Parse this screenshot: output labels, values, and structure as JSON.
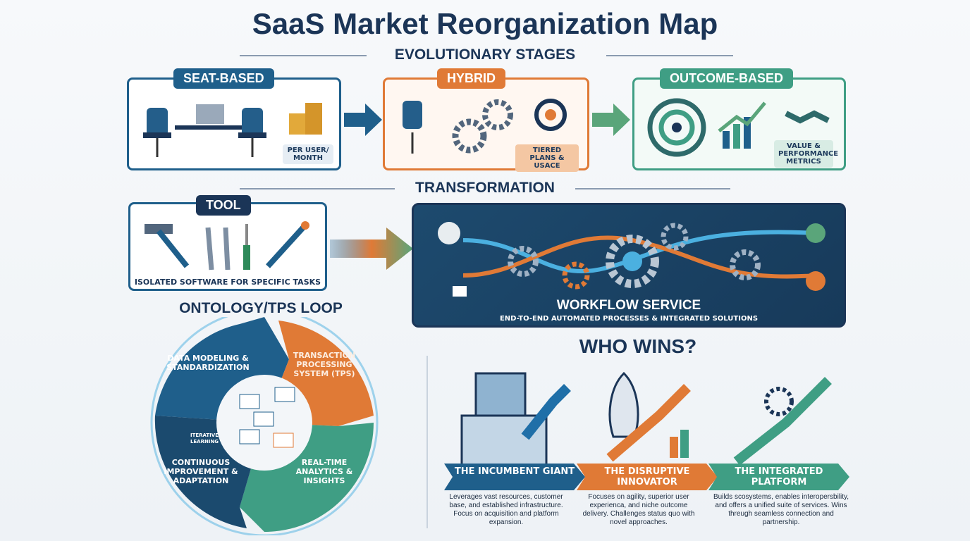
{
  "title": "SaaS Market Reorganization Map",
  "sections": {
    "evolutionary": "EVOLUTIONARY STAGES",
    "transformation": "TRANSFORMATION",
    "loop": "ONTOLOGY/TPS LOOP",
    "who_wins": "WHO WINS?"
  },
  "stages": [
    {
      "label": "SEAT-BASED",
      "tag": "PER USER/ MONTH",
      "color": "#1f5f8b"
    },
    {
      "label": "HYBRID",
      "tag": "TIERED PLANS & USACE",
      "color": "#e07a36"
    },
    {
      "label": "OUTCOME-BASED",
      "tag": "VALUE & PERFORMANCE METRICS",
      "color": "#3f9e84"
    }
  ],
  "tool": {
    "label": "TOOL",
    "caption": "ISOLATED SOFTWARE FOR SPECIFIC TASKS"
  },
  "workflow": {
    "title": "WORKFLOW SERVICE",
    "subtitle": "END-TO-END AUTOMATED PROCESSES & INTEGRATED SOLUTIONS"
  },
  "loop": {
    "data_modeling": "DATA MODELING & STANDARDIZATION",
    "tps": "TRANSACTION PROCESSING SYSTEM (TPS)",
    "analytics": "REAL-TIME ANALYTICS & INSIGHTS",
    "continuous": "CONTINUOUS IMPROVEMENT & ADAPTATION",
    "iterative": "ITERATIVE LEARNING"
  },
  "winners": [
    {
      "title": "THE INCUMBENT GIANT",
      "desc": "Leverages vast resources, customer base, and established infrastructure. Focus on acquisition and platform expansion.",
      "color": "#1f5f8b"
    },
    {
      "title": "THE DISRUPTIVE INNOVATOR",
      "desc": "Focuses on agility, superior user experienca, and niche outcome delivery. Challenges status quo with novel approaches.",
      "color": "#e07a36"
    },
    {
      "title": "THE INTEGRATED PLATFORM",
      "desc": "Builds scosystems, enables interopersbility, and offers a unified suite of services. Wins threugh seamless connection and partnership.",
      "color": "#3f9e84"
    }
  ]
}
